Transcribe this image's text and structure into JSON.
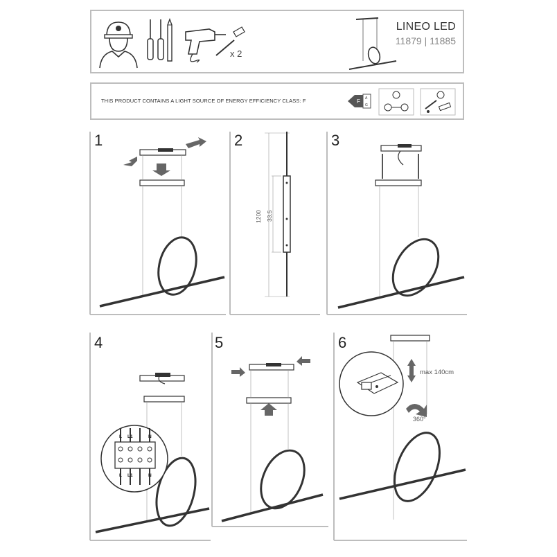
{
  "header": {
    "title": "LINEO LED",
    "codes": "11879 | 11885",
    "tools_count": "x 2"
  },
  "energy": {
    "text": "THIS PRODUCT CONTAINS A LIGHT SOURCE OF ENERGY EFFICIENCY CLASS: F",
    "class_letter": "F",
    "scale_top": "A",
    "scale_bottom": "G"
  },
  "steps": [
    {
      "number": "1"
    },
    {
      "number": "2",
      "dim_total": "1200",
      "dim_inner": "33.5"
    },
    {
      "number": "3"
    },
    {
      "number": "4",
      "terminals_top": [
        "L",
        "L1",
        "",
        "N"
      ],
      "terminals_bottom": [
        "L",
        "L1",
        "",
        "N"
      ]
    },
    {
      "number": "5"
    },
    {
      "number": "6",
      "max_height": "max 140cm",
      "rotation": "360°"
    }
  ]
}
